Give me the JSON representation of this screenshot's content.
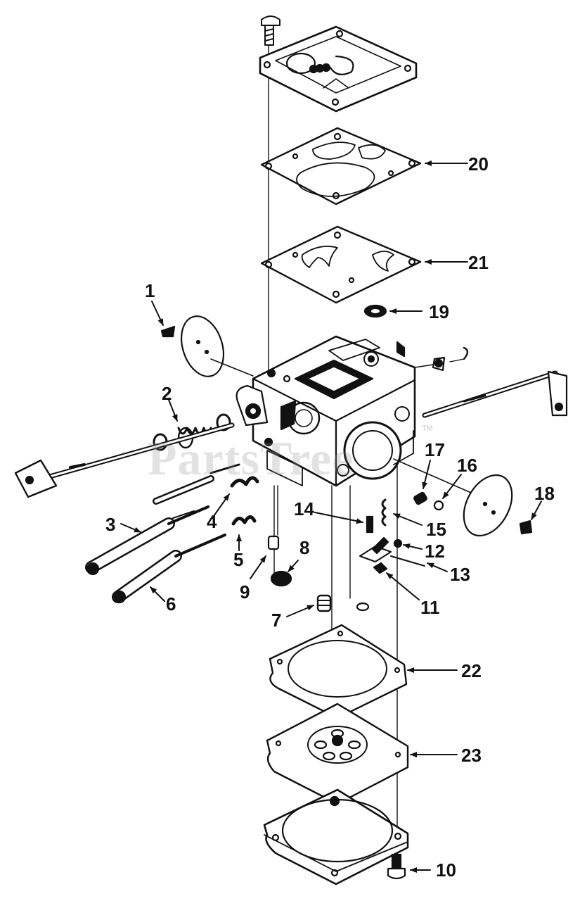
{
  "watermark": {
    "text": "PartsTree",
    "trademark": "TM"
  },
  "callouts": [
    "1",
    "2",
    "3",
    "4",
    "5",
    "6",
    "7",
    "8",
    "9",
    "10",
    "11",
    "12",
    "13",
    "14",
    "15",
    "16",
    "17",
    "18",
    "19",
    "20",
    "21",
    "22",
    "23"
  ],
  "colors": {
    "ink": "#111111",
    "paper": "#ffffff",
    "watermark": "#969696"
  }
}
